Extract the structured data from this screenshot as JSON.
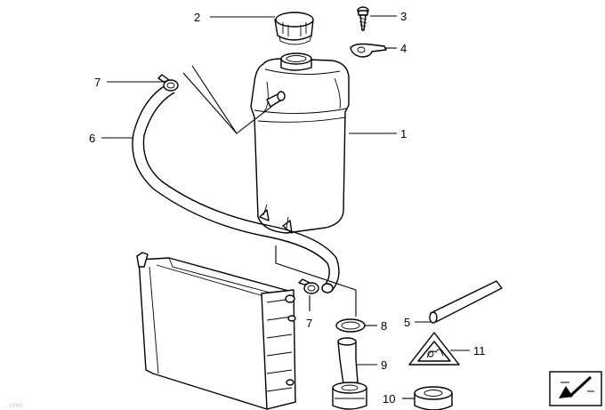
{
  "callouts": {
    "c1": "1",
    "c2": "2",
    "c3": "3",
    "c4": "4",
    "c5": "5",
    "c6": "6",
    "c7a": "7",
    "c7b": "7",
    "c8": "8",
    "c9": "9",
    "c10": "10",
    "c11": "11"
  },
  "watermark": "...com",
  "icons": {
    "warning_triangle": "coolant-warning-triangle-icon",
    "corner_arrow": "diagonal-arrow-icon"
  }
}
